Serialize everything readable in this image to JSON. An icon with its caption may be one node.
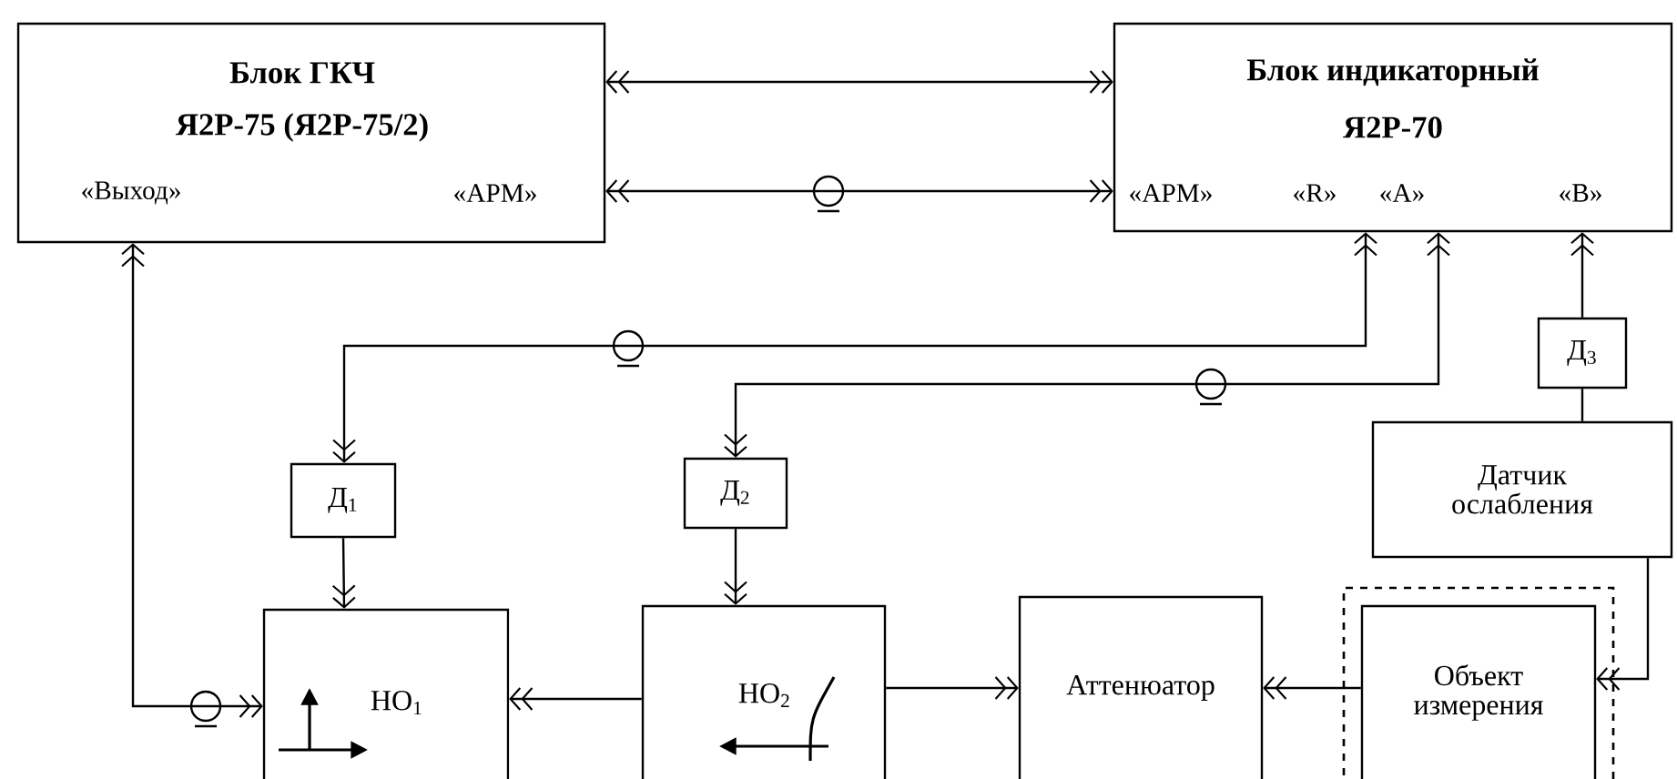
{
  "diagram": {
    "nodes": [
      {
        "text": [
          "Блок ГКЧ",
          "Я2Р-75 (Я2Р-75/2)",
          "«Выход»",
          "«АРМ»"
        ]
      },
      {
        "text": [
          "Блок индикаторный",
          "Я2Р-70",
          "«АРМ»",
          "«R»",
          "«А»",
          "«В»"
        ]
      },
      {
        "text": [
          "Д$_{1}$"
        ]
      },
      {
        "text": [
          "Д$_{2}$"
        ]
      },
      {
        "text": [
          "Д$_{3}$"
        ]
      },
      {
        "text": [
          "Датчик ослабления"
        ]
      },
      {
        "text": [
          "НО$_{1}$"
        ]
      },
      {
        "text": [
          "НО$_{2}$"
        ]
      },
      {
        "text": [
          "Аттенюатор"
        ]
      },
      {
        "text": [],
        "shape": "box"
      },
      {
        "text": [
          "Объект измерения"
        ],
        "in": 9
      }
    ],
    "edges": [
      {
        "from": 0,
        "to": 1,
        "arrow": "both"
      },
      {
        "from": 0,
        "to": 1,
        "arrow": "both"
      },
      {
        "from": 0,
        "to": 6,
        "arrow": "both"
      },
      {
        "from": 1,
        "to": 2,
        "arrow": "both"
      },
      {
        "from": 2,
        "to": 6,
        "arrow": "to"
      },
      {
        "from": 1,
        "to": 3,
        "arrow": "both"
      },
      {
        "from": 3,
        "to": 7,
        "arrow": "to"
      },
      {
        "from": 4,
        "to": 1,
        "arrow": "to"
      },
      {
        "from": 4,
        "to": 5,
        "arrow": "none"
      },
      {
        "from": 5,
        "to": 10,
        "arrow": "to"
      },
      {
        "from": 10,
        "to": 8,
        "arrow": "to"
      },
      {
        "from": 7,
        "to": 8,
        "arrow": "to"
      },
      {
        "from": 7,
        "to": 6,
        "arrow": "to"
      }
    ]
  }
}
